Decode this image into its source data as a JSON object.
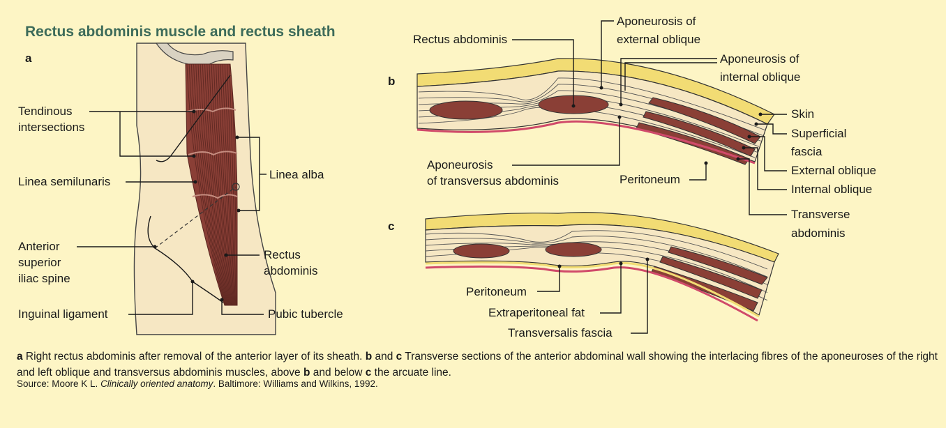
{
  "title": "Rectus abdominis muscle and rectus sheath",
  "panels": {
    "a": "a",
    "b": "b",
    "c": "c"
  },
  "panel_a": {
    "tendinous_1": "Tendinous",
    "tendinous_2": "intersections",
    "linea_semilunaris": "Linea semilunaris",
    "asis_1": "Anterior",
    "asis_2": "superior",
    "asis_3": "iliac spine",
    "inguinal": "Inguinal ligament",
    "linea_alba": "Linea alba",
    "rectus_1": "Rectus",
    "rectus_2": "abdominis",
    "pubic": "Pubic tubercle"
  },
  "panel_b": {
    "rectus": "Rectus abdominis",
    "apo_ext_1": "Aponeurosis of",
    "apo_ext_2": "external oblique",
    "apo_int_1": "Aponeurosis of",
    "apo_int_2": "internal oblique",
    "skin": "Skin",
    "superficial_1": "Superficial",
    "superficial_2": "fascia",
    "external_oblique": "External oblique",
    "internal_oblique": "Internal oblique",
    "transverse_1": "Transverse",
    "transverse_2": "abdominis",
    "apo_trans_1": "Aponeurosis",
    "apo_trans_2": "of transversus abdominis",
    "peritoneum": "Peritoneum"
  },
  "panel_c": {
    "peritoneum": "Peritoneum",
    "extraperitoneal": "Extraperitoneal fat",
    "transversalis": "Transversalis fascia"
  },
  "caption": {
    "a_letter": "a",
    "a_text": " Right rectus abdominis after removal of the anterior layer of its sheath. ",
    "b_letter": "b",
    "and": " and ",
    "c_letter": "c",
    "bc_text": " Transverse sections of the anterior abdominal wall showing the interlacing fibres of the aponeuroses of the right and left oblique and transversus abdominis muscles, above ",
    "b_letter2": "b",
    "below": " and below ",
    "c_letter2": "c",
    "end": " the arcuate line."
  },
  "source": {
    "prefix": "Source: Moore K L. ",
    "book": "Clinically oriented anatomy",
    "suffix": ". Baltimore: Williams and Wilkins, 1992."
  },
  "colors": {
    "background": "#fdf5c5",
    "skin_body": "#f6e7c3",
    "muscle": "#8a3f36",
    "fat_yellow": "#f2dc74",
    "peritoneum": "#d04a6a",
    "title": "#3d6b5a"
  }
}
